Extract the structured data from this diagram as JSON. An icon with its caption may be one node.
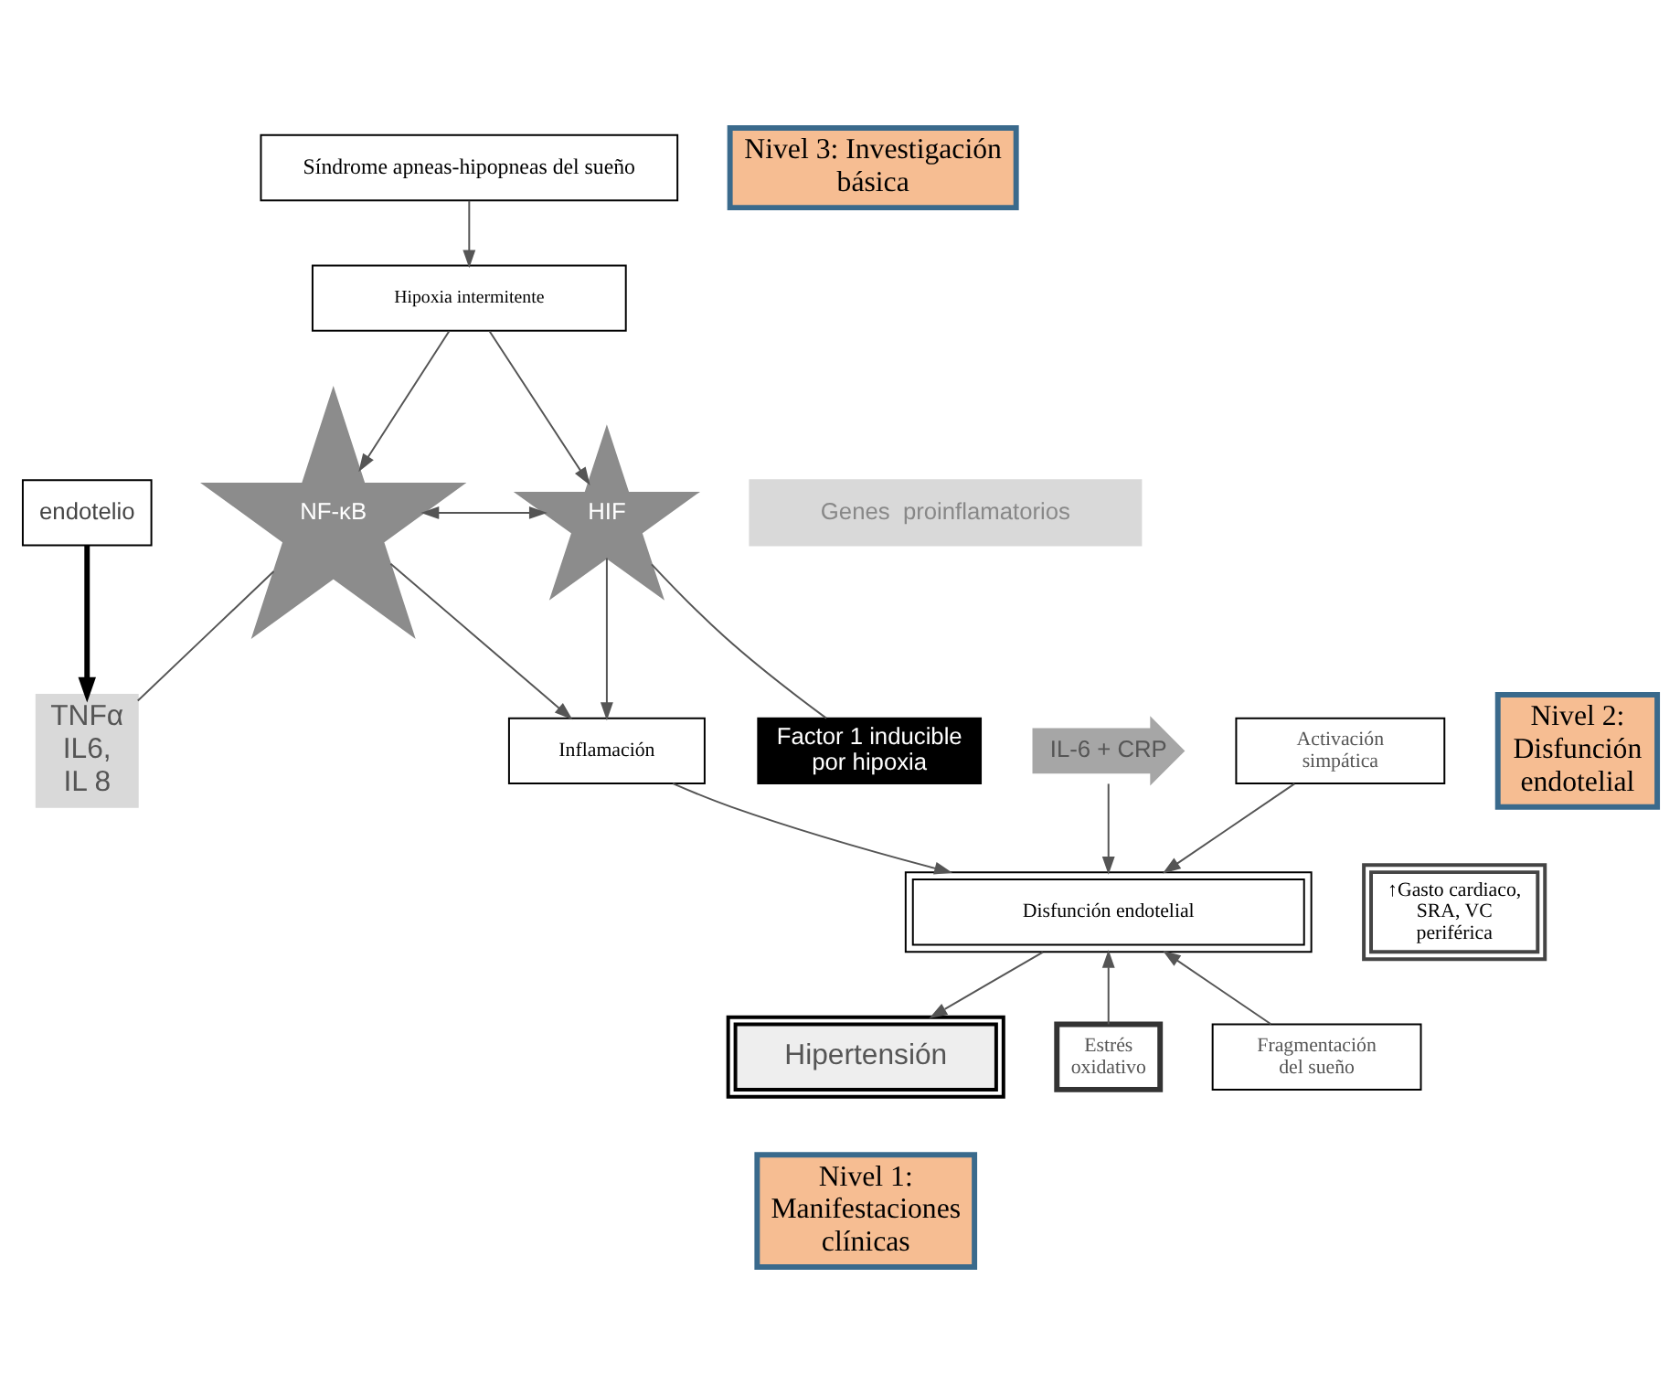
{
  "diagram": {
    "nodes": [
      {
        "text": [
          "Síndrome apneas-hipopneas del sueño"
        ]
      },
      {
        "text": [
          "Nivel 3: Investigación básica"
        ]
      },
      {
        "text": [
          "Hipoxia intermitente"
        ]
      },
      {
        "text": [
          "TNFα IL6, IL 8"
        ]
      },
      {
        "text": [
          "Factor 1 inducible por hipoxia"
        ]
      },
      {
        "text": [
          "NF-κB"
        ]
      },
      {
        "text": [
          "HIF"
        ]
      },
      {
        "text": [
          "endotelio"
        ]
      },
      {
        "text": [
          "Genes  proinflamatorios"
        ]
      },
      {
        "text": [
          "Nivel 2: Disfunción endotelial"
        ]
      },
      {
        "text": [
          "IL-6 + CRP"
        ]
      },
      {
        "text": [
          "Inflamación"
        ]
      },
      {
        "text": [
          "Activación simpática"
        ]
      },
      {
        "text": [
          "↑Gasto cardiaco, SRA, VC periférica"
        ]
      },
      {
        "text": [
          "Disfunción endotelial"
        ]
      },
      {
        "text": [
          "Estrés oxidativo"
        ]
      },
      {
        "text": [
          "Hipertensión"
        ]
      },
      {
        "text": [
          "Fragmentación del sueño"
        ]
      },
      {
        "text": [
          "Nivel 1: Manifestaciones clínicas"
        ]
      }
    ],
    "edges": [
      {
        "from": 0,
        "to": 2,
        "arrow": "to"
      },
      {
        "from": 2,
        "to": 5,
        "arrow": "to"
      },
      {
        "from": 2,
        "to": 6,
        "arrow": "to"
      },
      {
        "from": 3,
        "to": 5,
        "arrow": "none"
      },
      {
        "from": 4,
        "to": 6,
        "arrow": "none"
      },
      {
        "from": 5,
        "to": 6,
        "arrow": "both"
      },
      {
        "from": 7,
        "to": 3,
        "arrow": "to",
        "style": "thick",
        "color": "#000000"
      },
      {
        "from": 5,
        "to": 11,
        "arrow": "to"
      },
      {
        "from": 6,
        "to": 11,
        "arrow": "to"
      },
      {
        "from": 10,
        "to": 14,
        "arrow": "to"
      },
      {
        "from": 11,
        "to": 14,
        "arrow": "to"
      },
      {
        "from": 12,
        "to": 14,
        "arrow": "to"
      },
      {
        "from": 17,
        "to": 14,
        "arrow": "to"
      },
      {
        "from": 15,
        "to": 14,
        "arrow": "to"
      },
      {
        "from": 14,
        "to": 16,
        "arrow": "to"
      }
    ]
  }
}
